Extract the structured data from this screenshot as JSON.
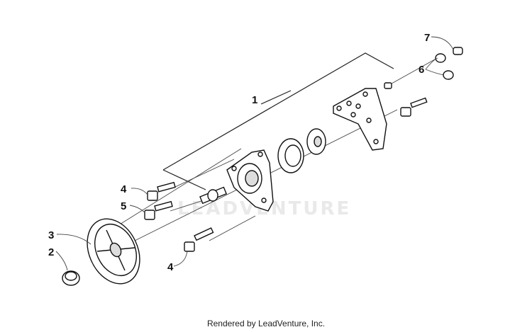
{
  "watermark": "LEADVENTURE",
  "footer": "Rendered by LeadVenture, Inc.",
  "callouts": {
    "c1": "1",
    "c2": "2",
    "c3": "3",
    "c4a": "4",
    "c4b": "4",
    "c5": "5",
    "c6": "6",
    "c7": "7"
  }
}
